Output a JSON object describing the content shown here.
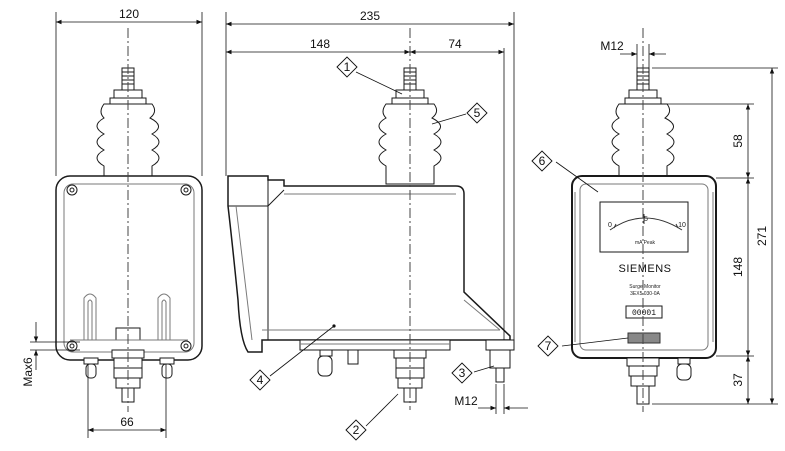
{
  "dimensions": {
    "front_width": "120",
    "side_overall": "235",
    "side_left": "148",
    "side_right": "74",
    "front_top_thread": "M12",
    "side_bottom_thread": "M12",
    "front_bottom_width": "66",
    "max_gap": "Max6",
    "right_upper": "58",
    "right_middle": "148",
    "right_lower": "37",
    "right_overall": "271"
  },
  "callouts": [
    "1",
    "2",
    "3",
    "4",
    "5",
    "6",
    "7"
  ],
  "meter": {
    "scale_min": "0",
    "scale_mid": "5",
    "scale_max": "10",
    "unit": "mA Peak",
    "brand": "SIEMENS",
    "product_line1": "Surge Monitor",
    "product_line2": "3EX5 030-0A",
    "counter": "00001"
  },
  "colors": {
    "line": "#1a1a1a",
    "light": "#7a7a7a",
    "hatch": "#cfcfcf"
  }
}
